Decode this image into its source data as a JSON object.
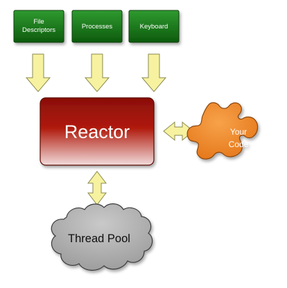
{
  "diagram": {
    "inputs": [
      {
        "label_lines": [
          "File",
          "Descriptors"
        ]
      },
      {
        "label_lines": [
          "Processes"
        ]
      },
      {
        "label_lines": [
          "Keyboard"
        ]
      }
    ],
    "reactor": {
      "label": "Reactor"
    },
    "your_code": {
      "label_lines": [
        "Your",
        "Code"
      ]
    },
    "thread_pool": {
      "label": "Thread Pool"
    }
  },
  "colors": {
    "input_box_top": "#2f9a2f",
    "input_box_bottom": "#0d5a0d",
    "input_box_border": "#0a3d0a",
    "reactor_top": "#8a0f06",
    "reactor_mid": "#b01a0c",
    "reactor_bottom": "#f2dcdc",
    "reactor_border": "#5a0a04",
    "puzzle_fill": "#e5771a",
    "puzzle_light": "#f7a24a",
    "puzzle_border": "#8a4408",
    "cloud_fill": "#9b9b9b",
    "cloud_light": "#c9c9c9",
    "cloud_border": "#3a3a3a",
    "arrow_fill": "#f7f2a0",
    "arrow_border": "#8a8a50",
    "text_light": "#ffffff",
    "text_dark": "#111111"
  }
}
